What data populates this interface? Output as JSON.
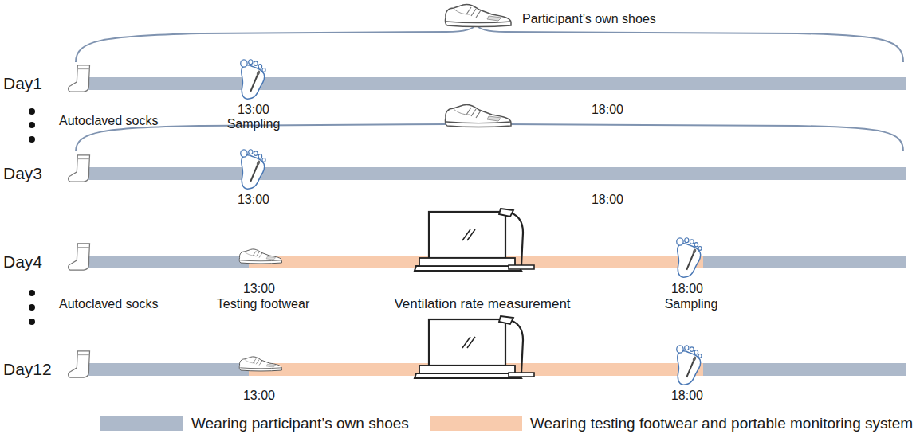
{
  "diagram": {
    "labels": [
      "Participant’s own shoes",
      "Day1",
      "13:00",
      "Sampling",
      "18:00",
      "Autoclaved socks",
      "Day3",
      "13:00",
      "18:00",
      "Day4",
      "13:00",
      "Testing footwear",
      "Ventilation rate measurement",
      "18:00",
      "Sampling",
      "Autoclaved socks",
      "Day12",
      "13:00",
      "18:00"
    ],
    "legend": [
      {
        "text": "Wearing participant’s own shoes",
        "color": "#adb9ca"
      },
      {
        "text": "Wearing testing footwear and portable monitoring system",
        "color": "#f8cbad"
      }
    ]
  }
}
